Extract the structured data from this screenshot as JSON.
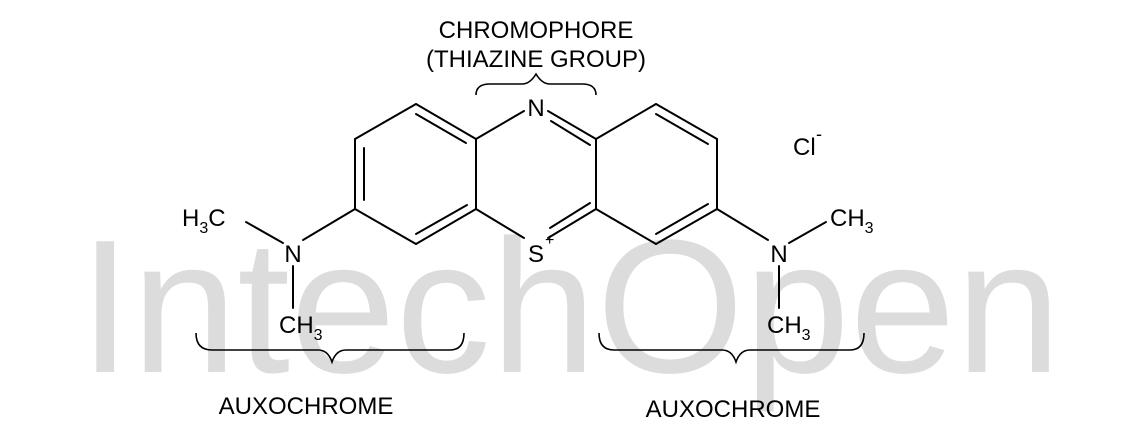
{
  "watermark": {
    "text": "IntechOpen",
    "color": "#dcdcdc"
  },
  "chromophore": {
    "line1": "CHROMOPHORE",
    "line2": "(THIAZINE GROUP)"
  },
  "atoms": {
    "n_ring": "N",
    "s_ring": "S",
    "s_charge": "+",
    "counter_ion": "Cl",
    "counter_charge": "-",
    "n_left": "N",
    "n_right": "N",
    "methyl_left_top": {
      "h": "H",
      "sub": "3",
      "c": "C"
    },
    "methyl_left_bottom": {
      "c": "CH",
      "sub": "3"
    },
    "methyl_right_top": {
      "c": "CH",
      "sub": "3"
    },
    "methyl_right_bottom": {
      "c": "CH",
      "sub": "3"
    }
  },
  "auxochrome_left": "AUXOCHROME",
  "auxochrome_right": "AUXOCHROME",
  "colors": {
    "ink": "#000000"
  }
}
